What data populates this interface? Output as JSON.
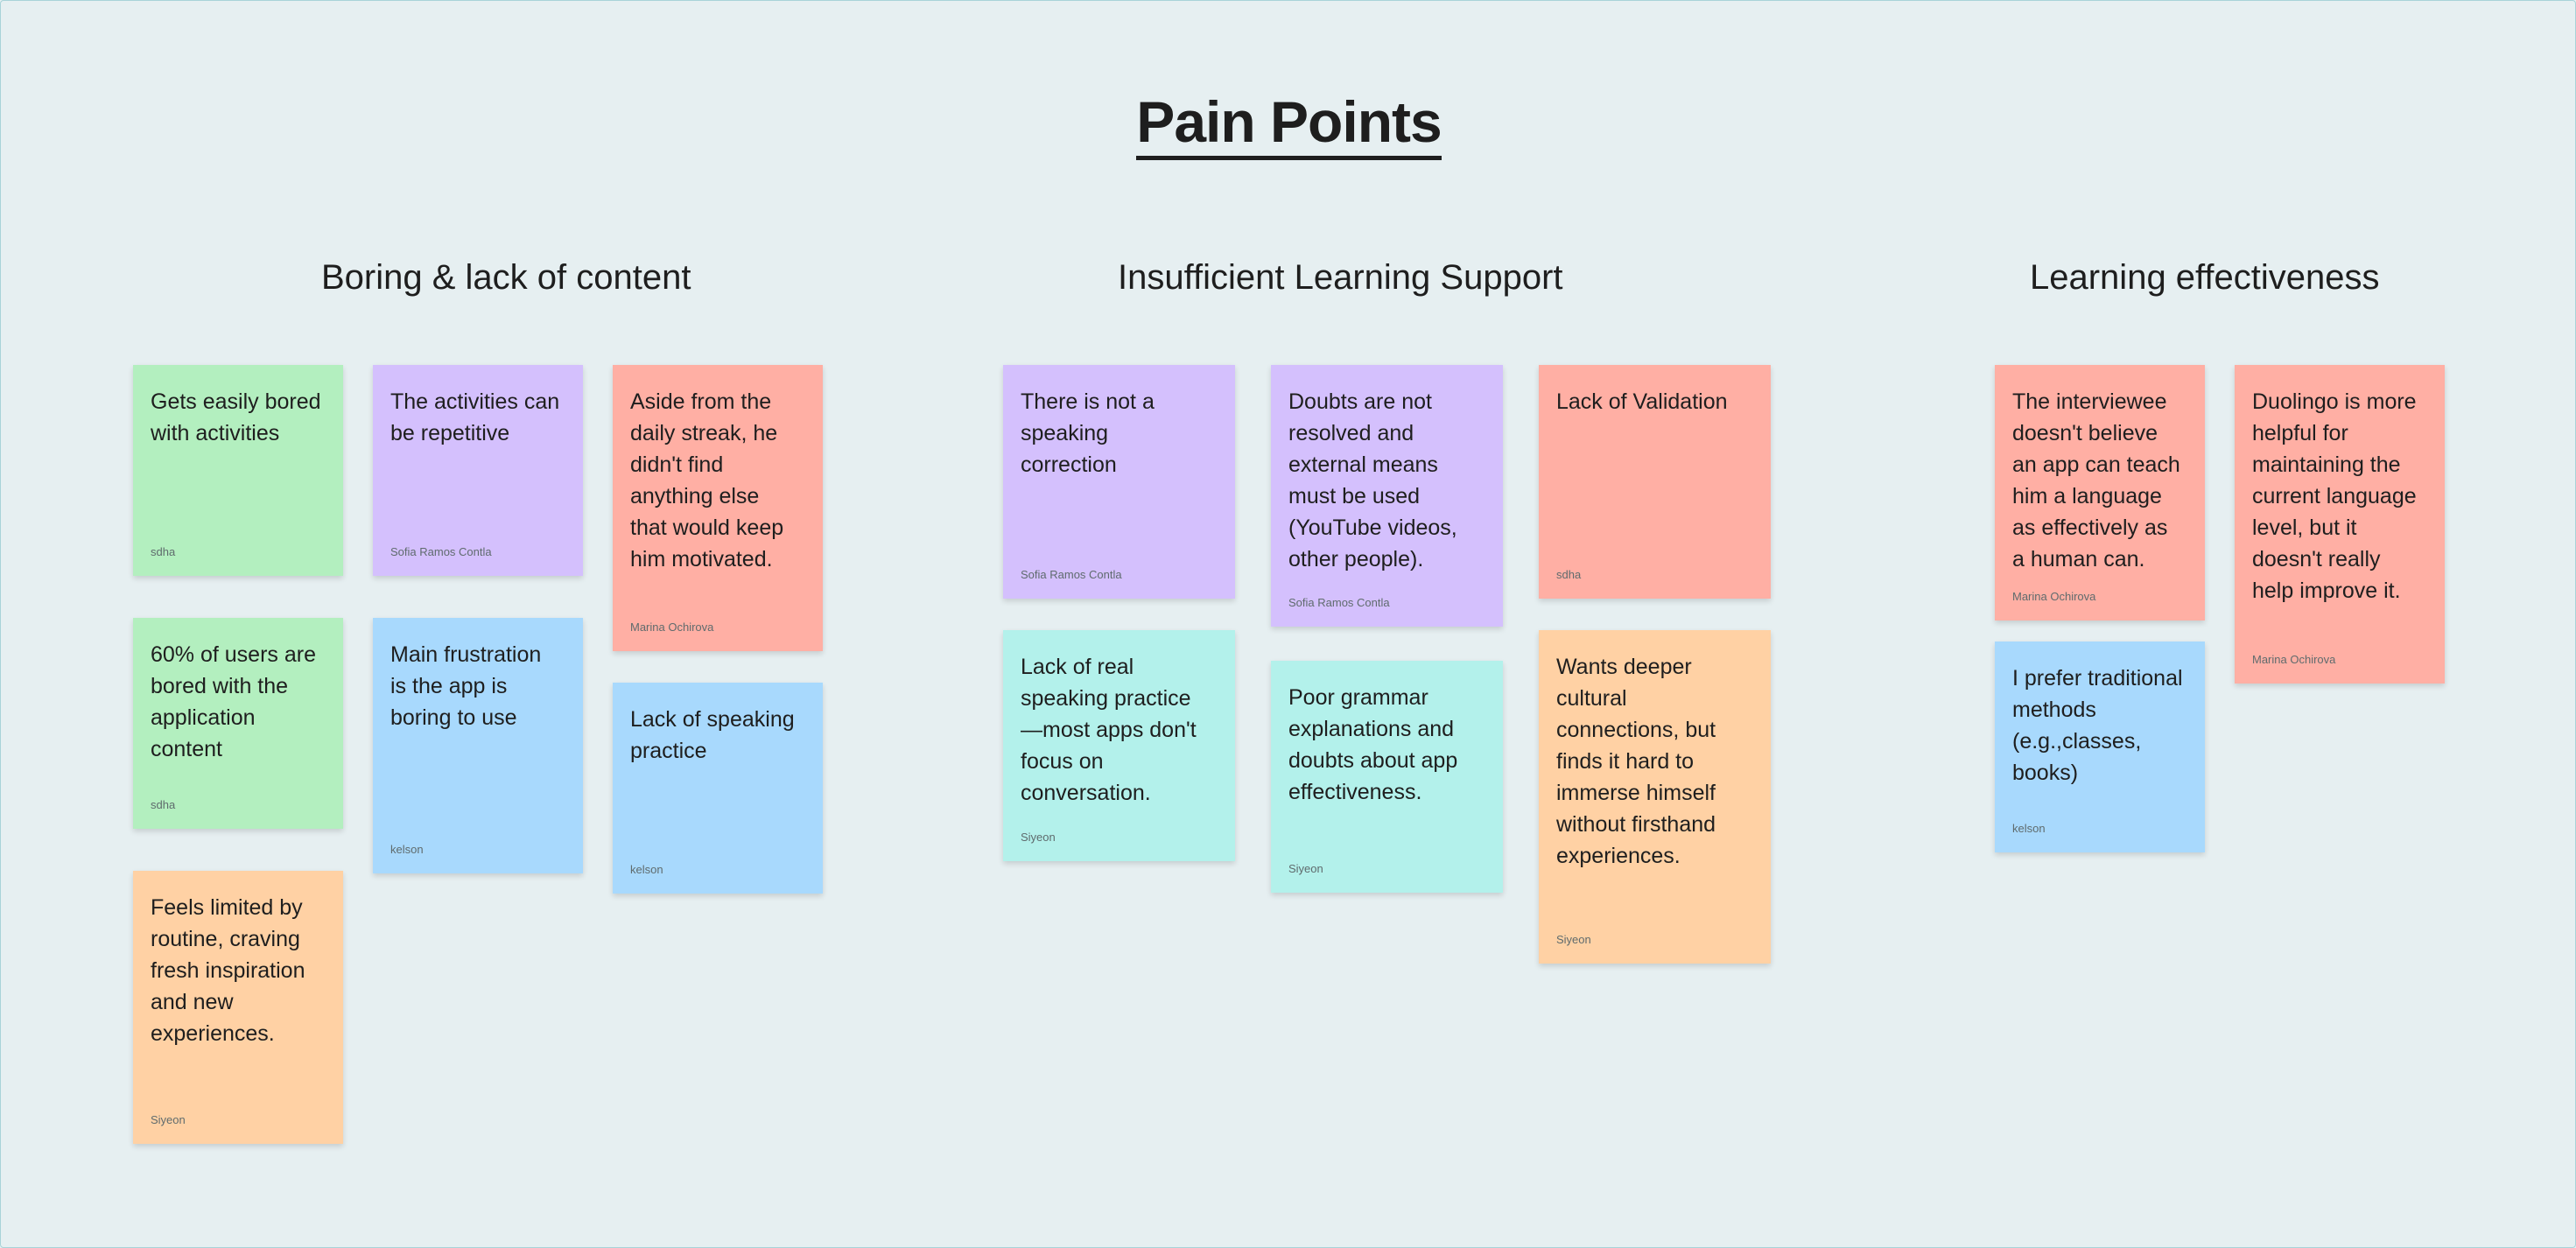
{
  "board": {
    "title": "Pain Points",
    "groups": [
      {
        "heading": "Boring & lack of content",
        "notes": [
          {
            "text": "Gets easily bored\nwith activities",
            "author": "sdha",
            "color": "#b3efbf"
          },
          {
            "text": "The activities can\nbe repetitive",
            "author": "Sofia Ramos Contla",
            "color": "#d4c0fd"
          },
          {
            "text": "Aside from the\ndaily streak, he\ndidn't find\nanything else\nthat would keep\nhim motivated.",
            "author": "Marina Ochirova",
            "color": "#ffafa4"
          },
          {
            "text": "60% of users are\nbored with the\napplication\ncontent",
            "author": "sdha",
            "color": "#b3efbf"
          },
          {
            "text": " Main frustration\nis the app is\nboring to use",
            "author": "kelson",
            "color": "#a8d9fd"
          },
          {
            "text": "Lack of speaking\npractice",
            "author": "kelson",
            "color": "#a8d9fd"
          },
          {
            "text": "Feels limited by\nroutine, craving\nfresh inspiration\nand new\nexperiences.",
            "author": "Siyeon",
            "color": "#ffd1a4"
          }
        ]
      },
      {
        "heading": "Insufficient Learning Support",
        "notes": [
          {
            "text": "There is not a\nspeaking\ncorrection",
            "author": "Sofia Ramos Contla",
            "color": "#d4c0fd"
          },
          {
            "text": "Doubts are not\nresolved and\nexternal means\nmust be used\n(YouTube videos,\nother people).",
            "author": "Sofia Ramos Contla",
            "color": "#d4c0fd"
          },
          {
            "text": "Lack of Validation",
            "author": "sdha",
            "color": "#ffafa4"
          },
          {
            "text": "Lack of real\nspeaking practice\n—most apps don't\nfocus on\nconversation.",
            "author": "Siyeon",
            "color": "#b3f1eb"
          },
          {
            "text": "Poor grammar\nexplanations and\ndoubts about app\neffectiveness.",
            "author": "Siyeon",
            "color": "#b3f1eb"
          },
          {
            "text": "Wants deeper\ncultural\nconnections, but\nfinds it hard to\nimmerse himself\nwithout firsthand\nexperiences.",
            "author": "Siyeon",
            "color": "#ffd1a4"
          }
        ]
      },
      {
        "heading": "Learning effectiveness",
        "notes": [
          {
            "text": "The interviewee\ndoesn't believe\nan app can teach\nhim a language\nas effectively as\na human can.",
            "author": "Marina Ochirova",
            "color": "#ffafa4"
          },
          {
            "text": "Duolingo is more\nhelpful for\nmaintaining the\ncurrent language\nlevel, but it\ndoesn't really\nhelp improve it.",
            "author": "Marina Ochirova",
            "color": "#ffafa4"
          },
          {
            "text": "I prefer traditional\nmethods\n(e.g.,classes,\nbooks)",
            "author": "kelson",
            "color": "#a8d9fd"
          }
        ]
      }
    ]
  }
}
